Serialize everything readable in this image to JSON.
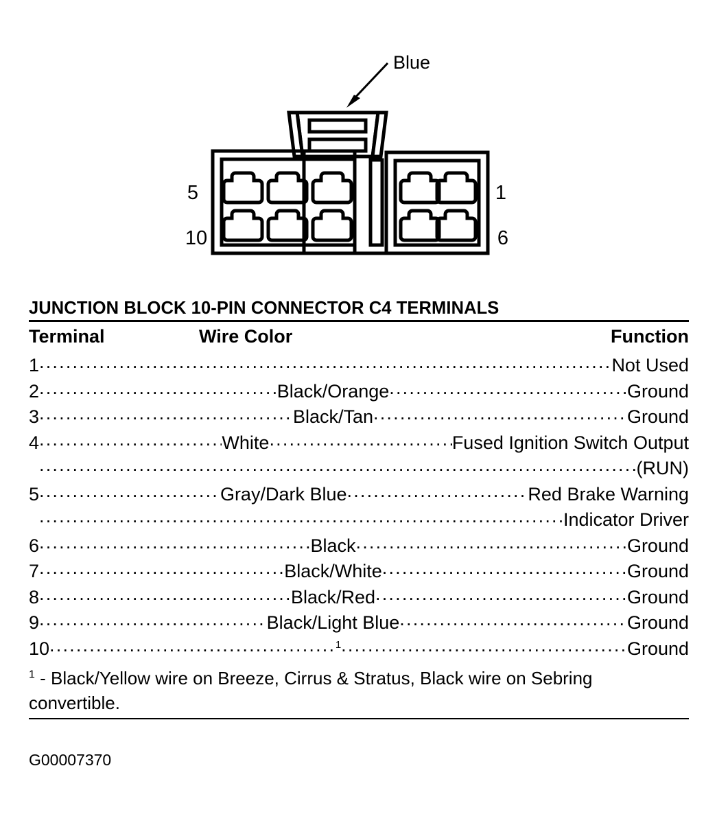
{
  "figure": {
    "callout": {
      "label": "Blue",
      "target": "connector-latch"
    },
    "connector": {
      "left_block": {
        "top_row_label": "5",
        "bottom_row_label": "10",
        "cavity_count": 6
      },
      "right_block": {
        "top_row_label": "1",
        "bottom_row_label": "6",
        "cavity_count": 4
      }
    },
    "figure_id": "G00007370"
  },
  "table": {
    "title": "JUNCTION BLOCK 10-PIN CONNECTOR C4 TERMINALS",
    "columns": [
      "Terminal",
      "Wire Color",
      "Function"
    ],
    "rows": [
      {
        "terminal": "1",
        "wire_color": "",
        "function": "Not Used"
      },
      {
        "terminal": "2",
        "wire_color": "Black/Orange",
        "function": "Ground"
      },
      {
        "terminal": "3",
        "wire_color": "Black/Tan",
        "function": "Ground"
      },
      {
        "terminal": "4",
        "wire_color": "White",
        "function": "Fused Ignition Switch Output",
        "function_cont": "(RUN)"
      },
      {
        "terminal": "5",
        "wire_color": "Gray/Dark Blue",
        "function": "Red Brake Warning",
        "function_cont": "Indicator Driver"
      },
      {
        "terminal": "6",
        "wire_color": "Black",
        "function": "Ground"
      },
      {
        "terminal": "7",
        "wire_color": "Black/White",
        "function": "Ground"
      },
      {
        "terminal": "8",
        "wire_color": "Black/Red",
        "function": "Ground"
      },
      {
        "terminal": "9",
        "wire_color": "Black/Light Blue",
        "function": "Ground"
      },
      {
        "terminal": "10",
        "wire_color": "",
        "wire_color_footnote": "1",
        "function": "Ground"
      }
    ],
    "footnote": {
      "marker": "1",
      "text": "- Black/Yellow wire on Breeze, Cirrus & Stratus, Black wire on Sebring convertible."
    }
  }
}
